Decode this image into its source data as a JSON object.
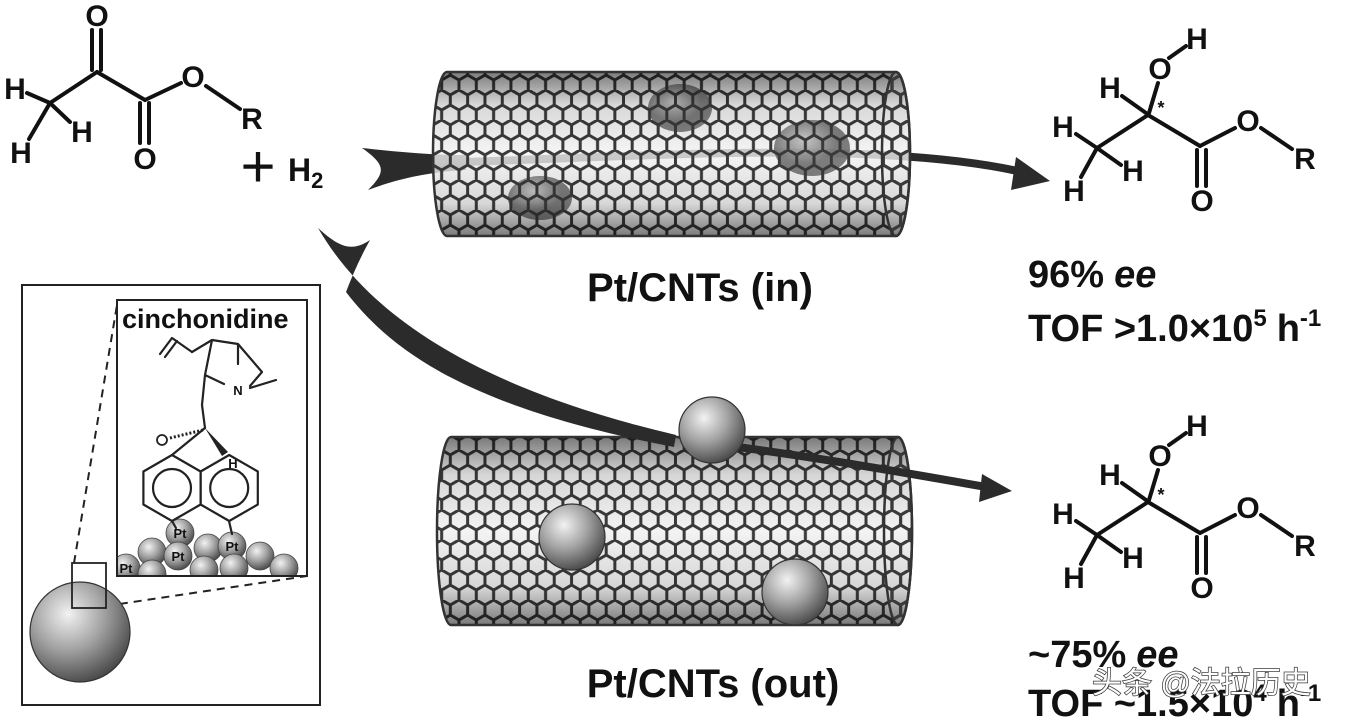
{
  "reactant": {
    "keto_oxygen": "O",
    "methyl_h_left": "H",
    "methyl_h_right": "H",
    "methyl_h_bottom": "H",
    "ester_carbonyl_oxygen": "O",
    "ester_oxygen": "O",
    "r_group": "R"
  },
  "plus_sign": "+",
  "hydrogen": {
    "symbol": "H",
    "subscript": "2"
  },
  "catalyst_in": {
    "label": "Pt/CNTs (in)"
  },
  "catalyst_out": {
    "label": "Pt/CNTs (out)"
  },
  "product_in": {
    "hydroxyl_h": "H",
    "hydroxyl_o": "O",
    "alpha_h": "H",
    "stereocenter_mark": "*",
    "methyl_h_left": "H",
    "methyl_h_right": "H",
    "methyl_h_bottom": "H",
    "ester_oxygen": "O",
    "r_group": "R",
    "carbonyl_oxygen": "O",
    "ee_value": "96%",
    "ee_unit": "ee",
    "tof_prefix": "TOF >1.0×10",
    "tof_exponent": "5",
    "tof_unit": "h",
    "tof_unit_exponent": "-1"
  },
  "product_out": {
    "hydroxyl_h": "H",
    "hydroxyl_o": "O",
    "alpha_h": "H",
    "stereocenter_mark": "*",
    "methyl_h_left": "H",
    "methyl_h_right": "H",
    "methyl_h_bottom": "H",
    "ester_oxygen": "O",
    "r_group": "R",
    "carbonyl_oxygen": "O",
    "ee_value": "~75%",
    "ee_unit": "ee",
    "tof_prefix": "TOF ~1.5×10",
    "tof_exponent": "4",
    "tof_unit": "h",
    "tof_unit_exponent": "-1"
  },
  "inset": {
    "title": "cinchonidine",
    "nitrogen": "N",
    "hydrogen": "H",
    "platinum_labels": [
      "Pt",
      "Pt",
      "Pt",
      "Pt"
    ]
  },
  "colors": {
    "ink": "#111111",
    "lattice": "#3a3a3a",
    "platinum": "#8f8f8f",
    "background": "#ffffff"
  },
  "watermark": "头条 @法拉历史"
}
